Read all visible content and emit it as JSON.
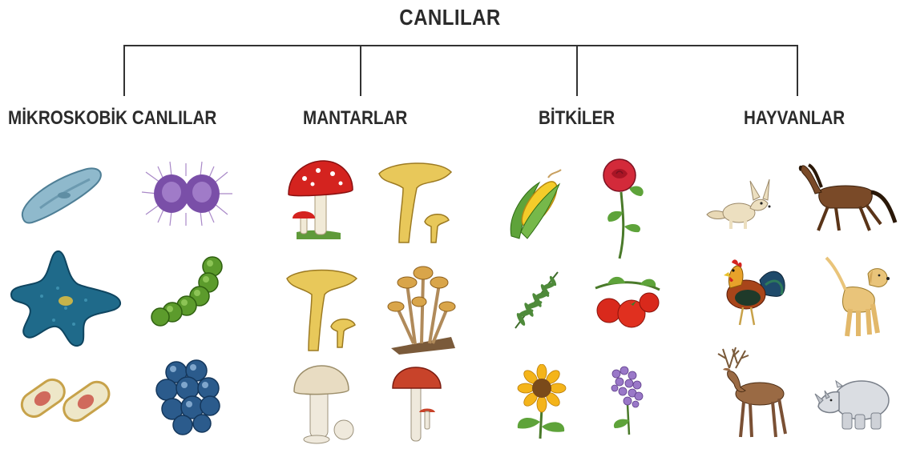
{
  "title": "CANLILAR",
  "categories": [
    {
      "label": "MİKROSKOBİK CANLILAR"
    },
    {
      "label": "MANTARLAR"
    },
    {
      "label": "BİTKİLER"
    },
    {
      "label": "HAYVANLAR"
    }
  ],
  "colors": {
    "text": "#2b2b2b",
    "lines": "#333333"
  },
  "illustrations": [
    "paramecium-icon",
    "purple-bacterium-icon",
    "amoeba-icon",
    "green-chain-bacteria-icon",
    "capsule-bacteria-icon",
    "blue-cell-cluster-icon",
    "red-toadstool-icon",
    "yellow-chanterelle-icon",
    "yellow-chanterelle-icon",
    "mushroom-cluster-icon",
    "white-mushroom-icon",
    "red-cap-mushroom-icon",
    "corn-icon",
    "rose-icon",
    "fern-icon",
    "tomato-icon",
    "sunflower-icon",
    "lilac-icon",
    "fox-icon",
    "horse-icon",
    "rooster-icon",
    "dog-icon",
    "deer-icon",
    "rhino-icon"
  ]
}
